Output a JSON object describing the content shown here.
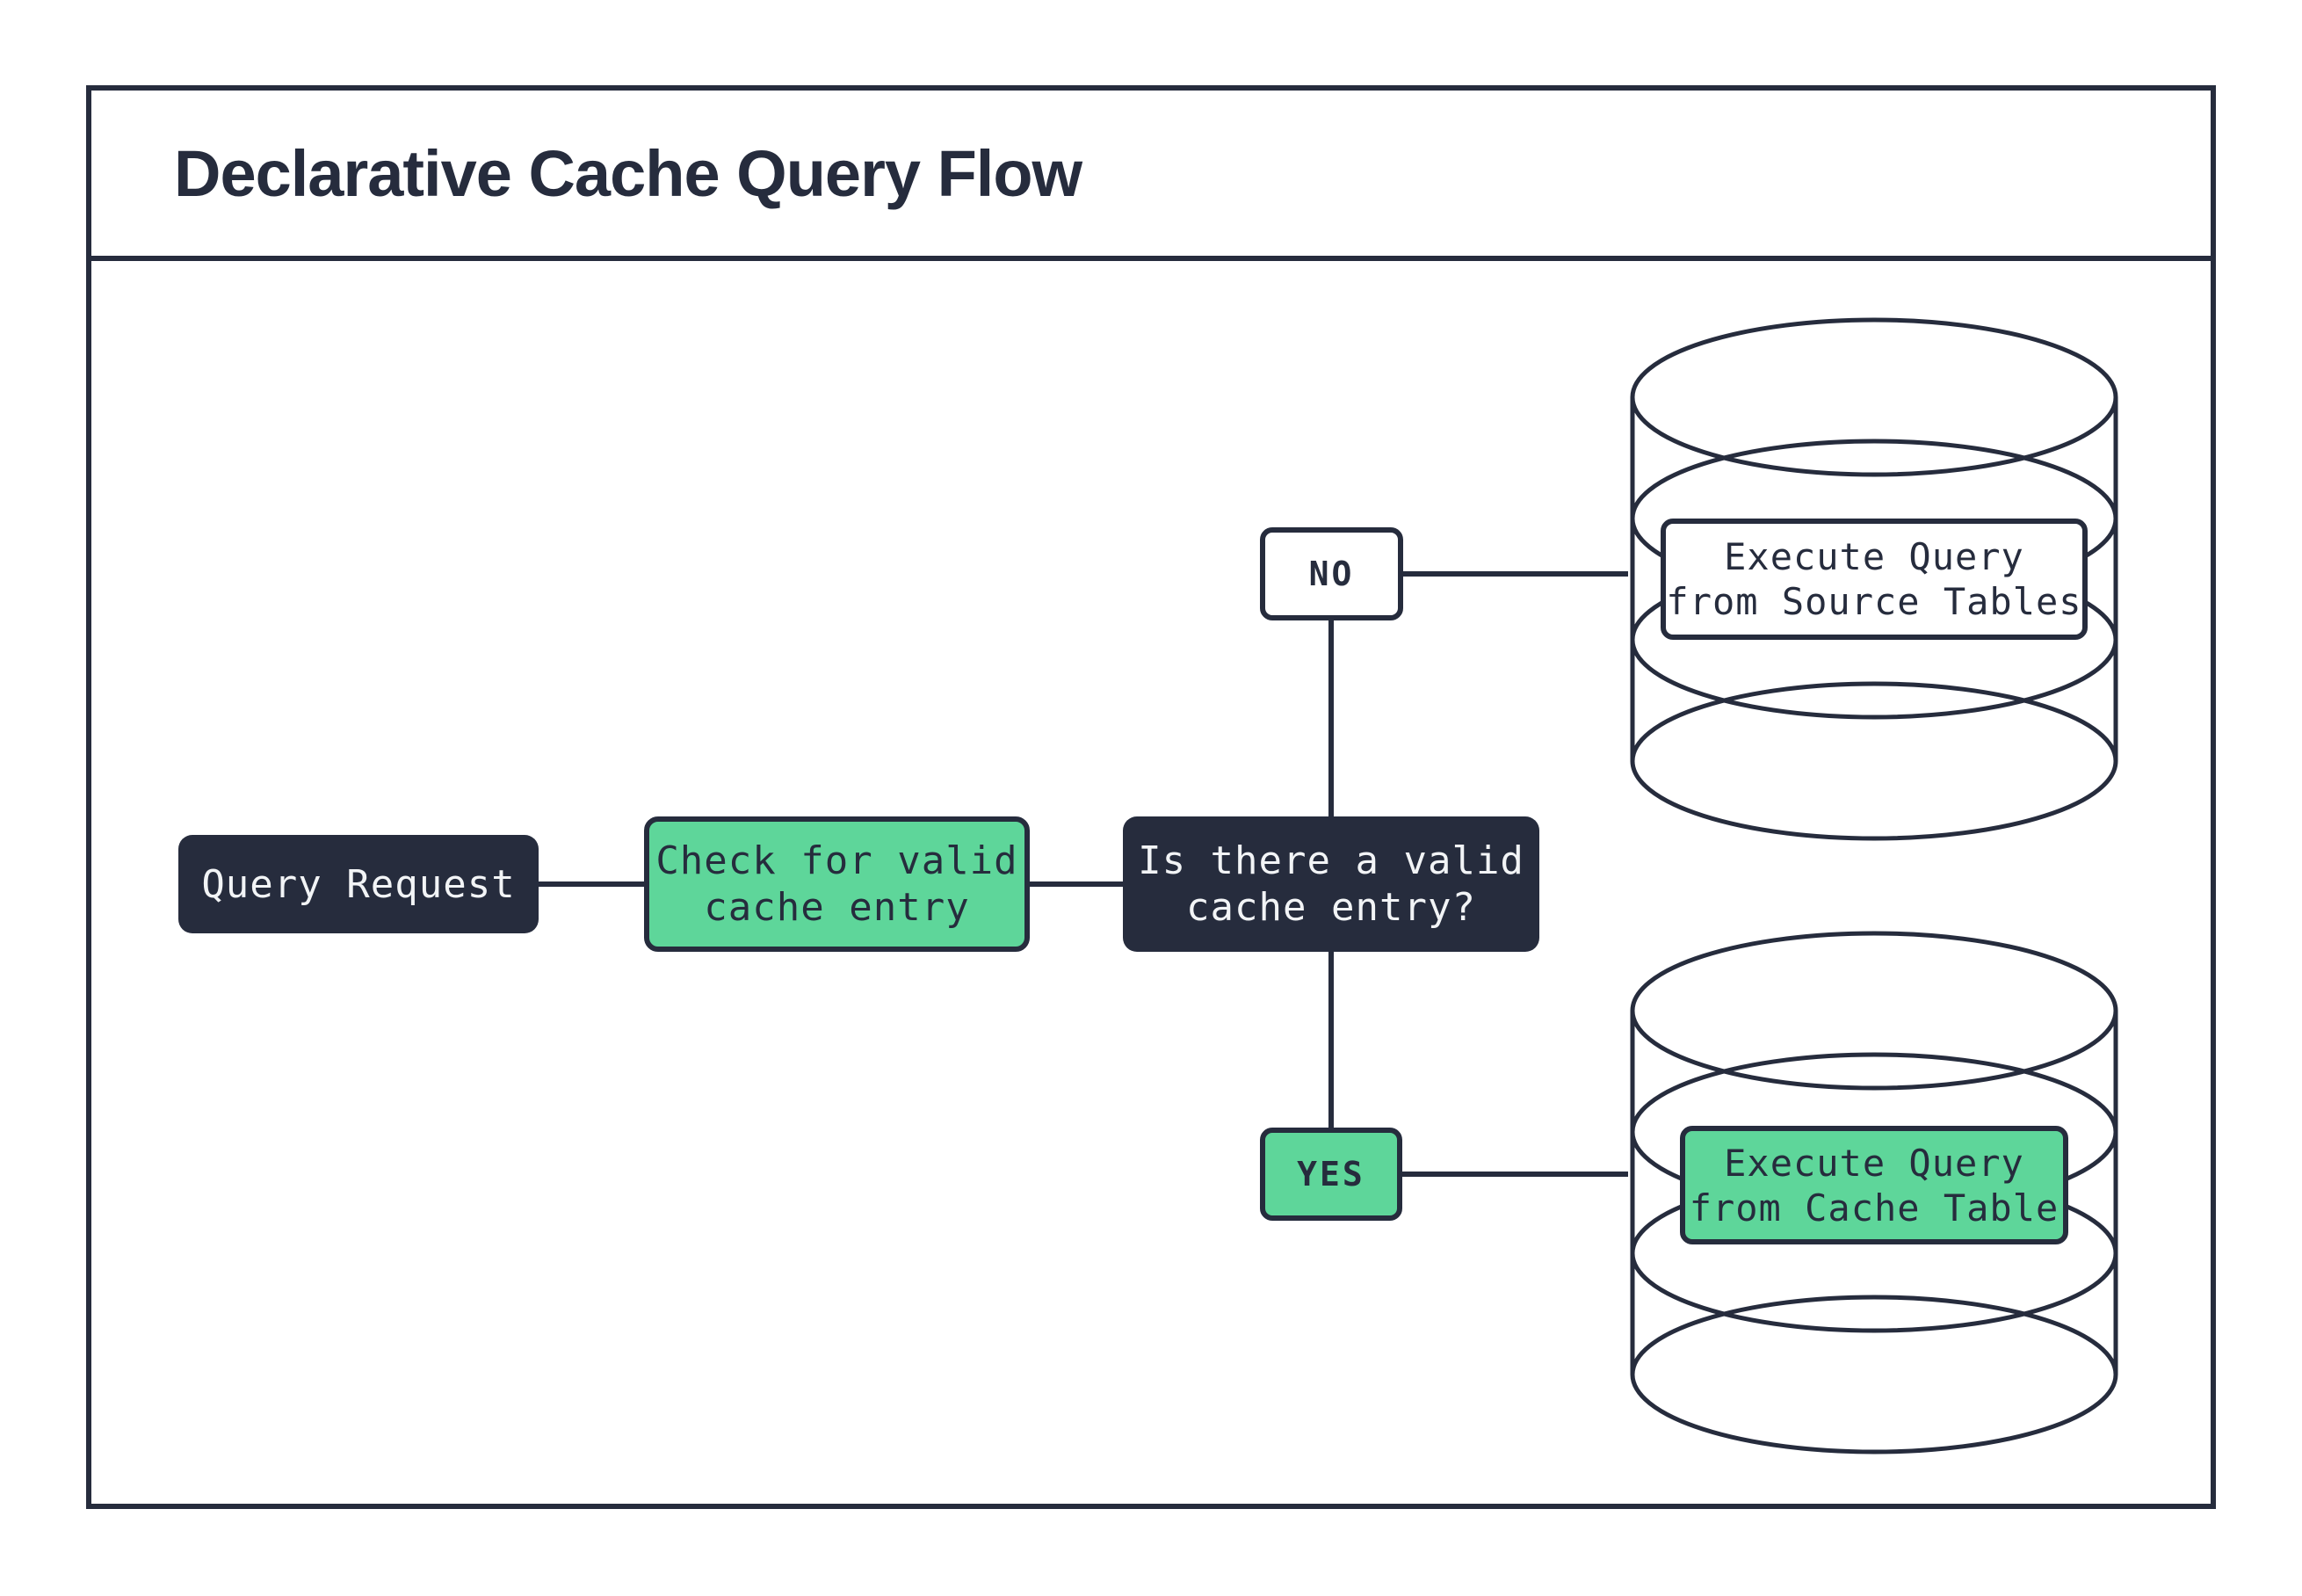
{
  "title": "Declarative Cache Query Flow",
  "colors": {
    "dark_navy": "#262c3d",
    "green": "#5ed69a",
    "light_text": "#f2f4f6",
    "background": "#ffffff"
  },
  "flow": {
    "query_request": {
      "label": "Query Request"
    },
    "check_cache": {
      "line1": "Check for valid",
      "line2": "cache entry"
    },
    "decision": {
      "line1": "Is there a valid",
      "line2": "cache entry?"
    },
    "no_branch": {
      "label": "NO"
    },
    "yes_branch": {
      "label": "YES"
    },
    "source_db": {
      "line1": "Execute Query",
      "line2": "from Source Tables"
    },
    "cache_db": {
      "line1": "Execute Query",
      "line2": "from Cache Table"
    }
  }
}
